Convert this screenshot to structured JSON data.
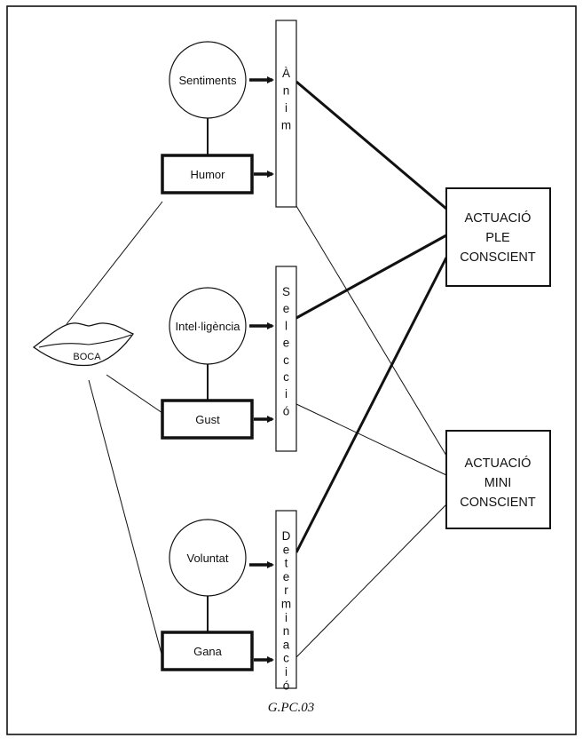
{
  "diagram": {
    "mouth_label": "BOCA",
    "faculties": [
      {
        "circle": "Sentiments",
        "box": "Humor"
      },
      {
        "circle": "Intel·ligència",
        "box": "Gust"
      },
      {
        "circle": "Voluntat",
        "box": "Gana"
      }
    ],
    "bars": [
      {
        "letters": [
          "À",
          "n",
          "i",
          "m"
        ]
      },
      {
        "letters": [
          "S",
          "e",
          "l",
          "e",
          "c",
          "c",
          "i",
          "ó"
        ]
      },
      {
        "letters": [
          "D",
          "e",
          "t",
          "e",
          "r",
          "m",
          "i",
          "n",
          "a",
          "c",
          "i",
          "ó"
        ]
      }
    ],
    "outcomes": [
      {
        "lines": [
          "ACTUACIÓ",
          "PLE",
          "CONSCIENT"
        ]
      },
      {
        "lines": [
          "ACTUACIÓ",
          "MINI",
          "CONSCIENT"
        ]
      }
    ],
    "caption": "G.PC.03"
  }
}
